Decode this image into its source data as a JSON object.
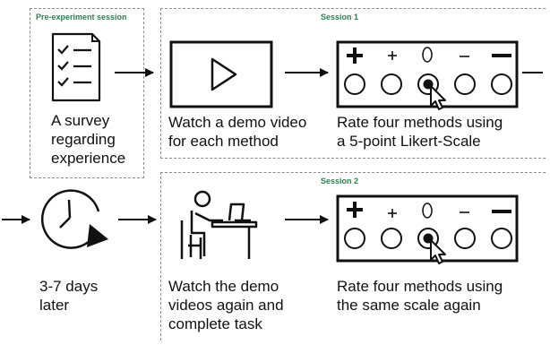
{
  "sessions": {
    "pre": "Pre-experiment session",
    "s1": "Session 1",
    "s2": "Session 2"
  },
  "captions": {
    "survey": [
      "A survey",
      "regarding",
      "experience"
    ],
    "watch_demo": [
      "Watch a demo video",
      "for each method"
    ],
    "rate_methods": [
      "Rate four methods using",
      "a 5-point Likert-Scale"
    ],
    "days_later": [
      "3-7 days",
      "later"
    ],
    "watch_again": [
      "Watch the demo",
      "videos again and",
      "complete task"
    ],
    "rate_again": [
      "Rate four methods using",
      "the same scale again"
    ]
  },
  "likert": {
    "symbols": [
      "+",
      "+",
      "0",
      "–",
      "–"
    ],
    "selected_index": 2
  },
  "colors": {
    "session_label": "#2e7d55",
    "border_dash": "#8a8a8a",
    "ink": "#111111"
  },
  "icons": [
    "checklist-icon",
    "play-video-icon",
    "likert-scale-icon",
    "cursor-icon",
    "clock-icon",
    "person-at-desk-icon",
    "arrow-icon"
  ]
}
